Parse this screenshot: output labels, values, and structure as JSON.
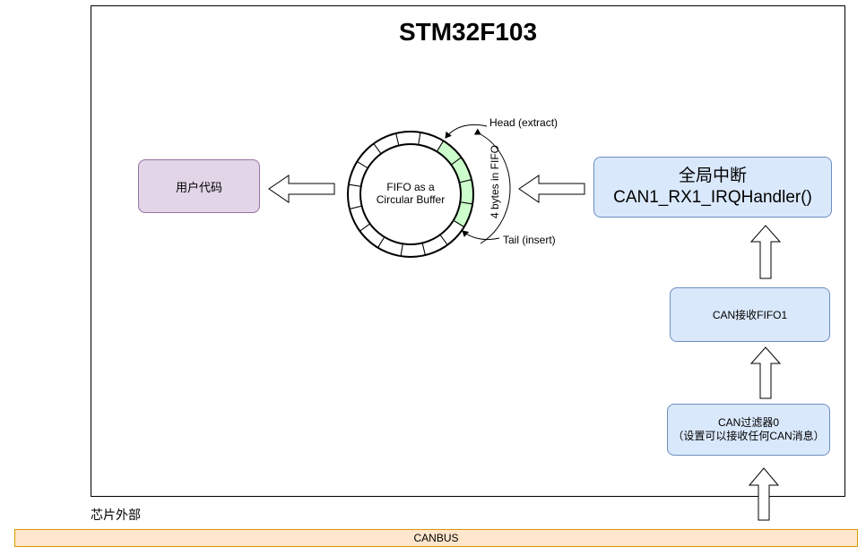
{
  "chip": {
    "title": "STM32F103",
    "outside_label": "芯片外部"
  },
  "boxes": {
    "user_code": "用户代码",
    "irq_line1": "全局中断",
    "irq_line2": "CAN1_RX1_IRQHandler()",
    "fifo1": "CAN接收FIFO1",
    "filter_line1": "CAN过滤器0",
    "filter_line2": "（设置可以接收任何CAN消息）"
  },
  "fifo": {
    "center_line1": "FIFO as a",
    "center_line2": "Circular Buffer",
    "head_label": "Head (extract)",
    "tail_label": "Tail (insert)",
    "count_label": "4 bytes in FIFO",
    "segments_total": 16,
    "segments_filled": 4
  },
  "bus": {
    "label": "CANBUS"
  },
  "colors": {
    "blue_fill": "#dae8fc",
    "blue_stroke": "#6c8ebf",
    "purple_fill": "#e1d5e7",
    "purple_stroke": "#9673a6",
    "bus_fill": "#ffe6cc",
    "bus_stroke": "#d79b00",
    "fifo_filled": "#ccffcc"
  }
}
